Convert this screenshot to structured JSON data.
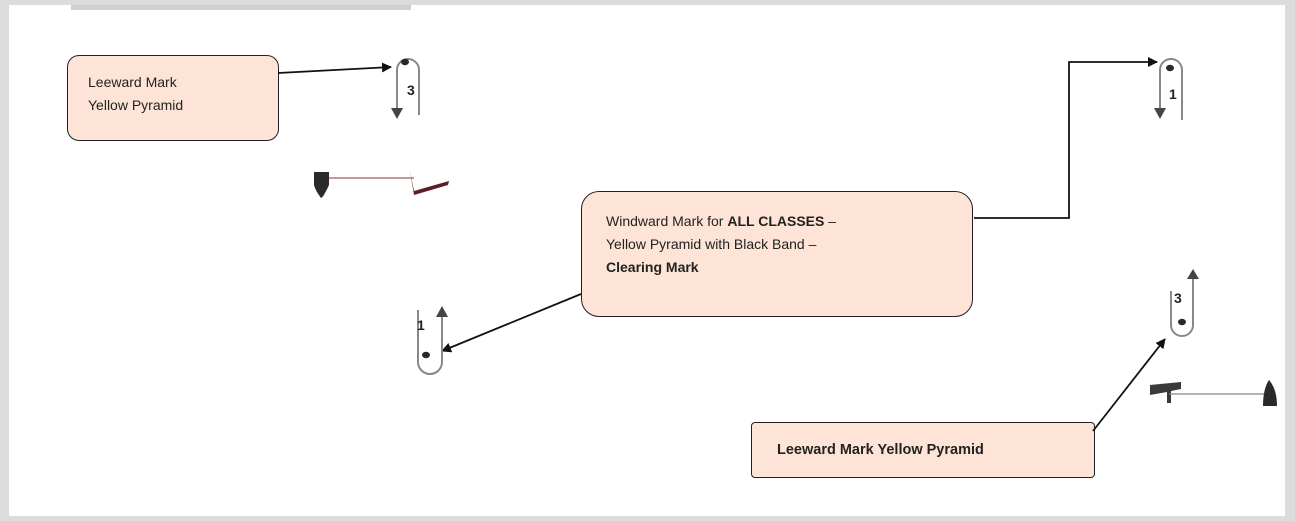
{
  "callouts": {
    "top_left": {
      "line1": "Leeward Mark",
      "line2": "Yellow Pyramid"
    },
    "center": {
      "line1_pre": "Windward Mark for ",
      "line1_bold": "ALL CLASSES",
      "line1_post": " –",
      "line2": "Yellow Pyramid with Black Band –",
      "line3_bold": "Clearing Mark"
    },
    "bottom_right": {
      "text": "Leeward Mark Yellow Pyramid"
    }
  },
  "marks": {
    "top_left_number": "3",
    "top_right_number": "1",
    "center_left_number": "1",
    "right_number": "3"
  },
  "colors": {
    "callout_fill": "#fde4d6",
    "mark_outline": "#888888",
    "buoy_fill": "#2a2a2a",
    "flag_fill": "#5a1e24"
  }
}
